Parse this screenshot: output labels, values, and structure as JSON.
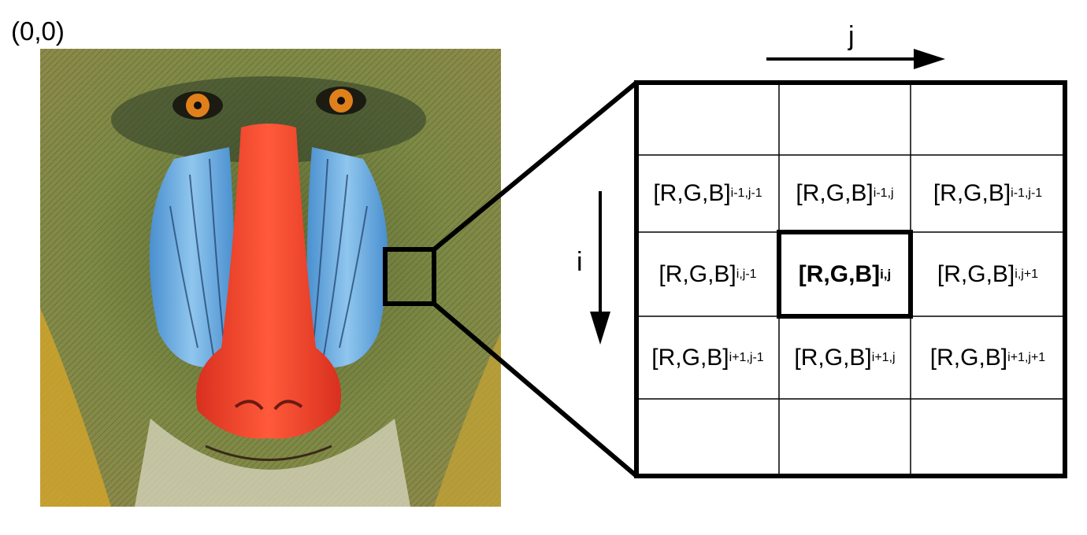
{
  "origin_label": "(0,0)",
  "axis": {
    "j": "j",
    "i": "i"
  },
  "grid": {
    "rows": [
      [
        {
          "base": "",
          "sub": ""
        },
        {
          "base": "",
          "sub": ""
        },
        {
          "base": "",
          "sub": ""
        }
      ],
      [
        {
          "base": "[R,G,B]",
          "sub": "i-1,j-1"
        },
        {
          "base": "[R,G,B]",
          "sub": "i-1,j"
        },
        {
          "base": "[R,G,B]",
          "sub": "i-1,j-1"
        }
      ],
      [
        {
          "base": "[R,G,B]",
          "sub": "i,j-1"
        },
        {
          "base": "[R,G,B]",
          "sub": "i,j"
        },
        {
          "base": "[R,G,B]",
          "sub": "i,j+1"
        }
      ],
      [
        {
          "base": "[R,G,B]",
          "sub": "i+1,j-1"
        },
        {
          "base": "[R,G,B]",
          "sub": "i+1,j"
        },
        {
          "base": "[R,G,B]",
          "sub": "i+1,j+1"
        }
      ],
      [
        {
          "base": "",
          "sub": ""
        },
        {
          "base": "",
          "sub": ""
        },
        {
          "base": "",
          "sub": ""
        }
      ]
    ]
  },
  "photo": {
    "icon": "mandrill-face-photo",
    "colors": {
      "fur": "#6f7a3a",
      "nose": "#f0402a",
      "cheeks": "#5fa8df",
      "eyes": "#e0801a"
    }
  }
}
